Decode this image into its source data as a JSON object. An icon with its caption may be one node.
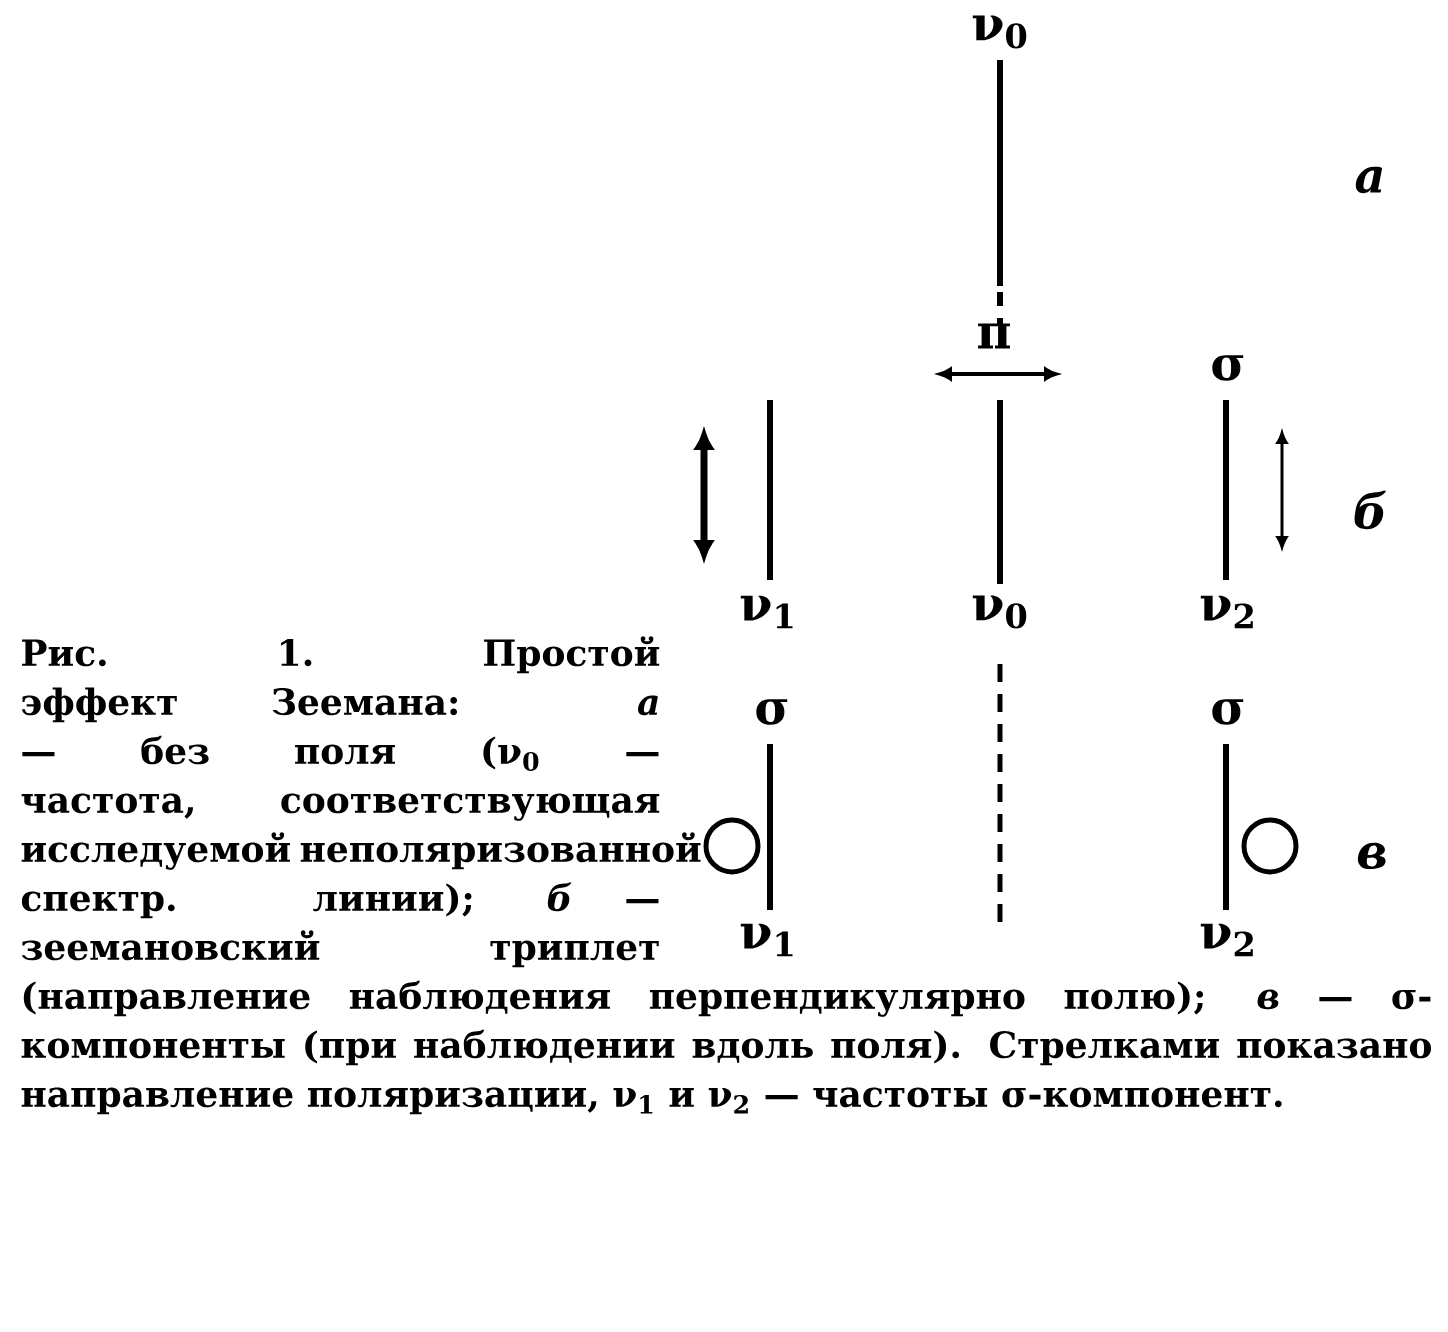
{
  "diagram": {
    "caption": "Рис. 1. Простой эффект Зеемана: *а* — без поля (ν$_{0}$ — частота, соответствующая исследуемой неполяризованной спектр. линии); *б* — зеемановский триплет (направление наблюдения перпендикулярно полю); *в* — σ-компоненты (при наблюдении вдоль поля). Стрелками показано направление поляризации, ν$_{1}$ и ν$_{2}$ — частоты σ-компонент.",
    "labels": [
      "ν$_{0}$",
      "а",
      "π",
      "σ",
      "б",
      "ν$_{1}$",
      "ν$_{0}$",
      "ν$_{2}$",
      "σ",
      "σ",
      "в",
      "ν$_{1}$",
      "ν$_{2}$"
    ]
  }
}
